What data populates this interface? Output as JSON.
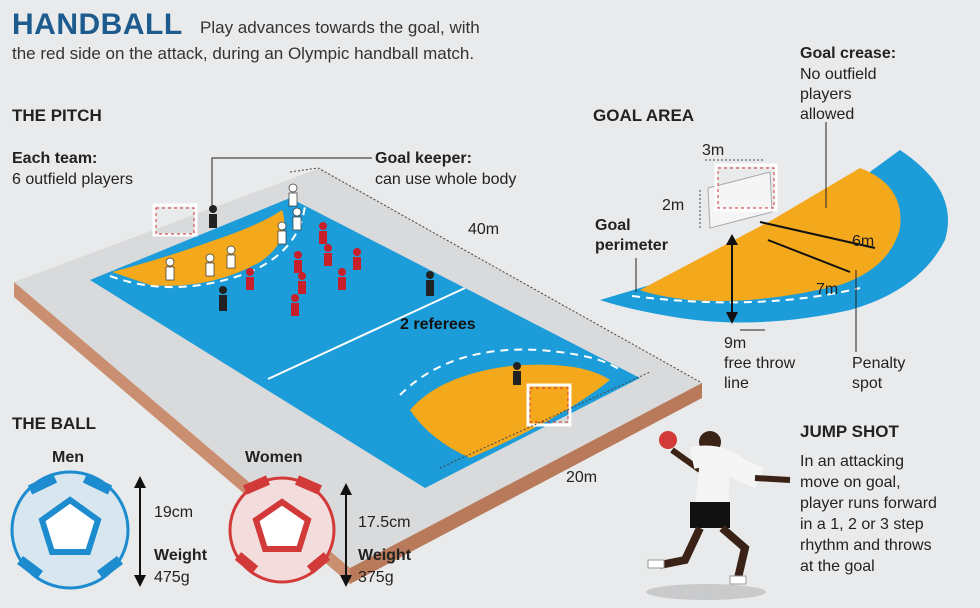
{
  "header": {
    "title": "HANDBALL",
    "subtitle_line1": "Play advances towards the goal, with",
    "subtitle_line2": "the red side on the attack, during an Olympic handball match."
  },
  "pitch": {
    "heading": "THE PITCH",
    "each_team_title": "Each team:",
    "each_team_text": "6 outfield players",
    "goal_keeper_title": "Goal keeper:",
    "goal_keeper_text": "can use whole body",
    "length": "40m",
    "width": "20m",
    "referees": "2 referees"
  },
  "goal_area": {
    "heading": "GOAL AREA",
    "crease_title": "Goal crease:",
    "crease_line1": "No outfield",
    "crease_line2": "players",
    "crease_line3": "allowed",
    "goal_width": "3m",
    "goal_height": "2m",
    "perimeter_line1": "Goal",
    "perimeter_line2": "perimeter",
    "six_m": "6m",
    "seven_m": "7m",
    "nine_m": "9m",
    "free_throw_line1": "free throw",
    "free_throw_line2": "line",
    "penalty_line1": "Penalty",
    "penalty_line2": "spot"
  },
  "ball": {
    "heading": "THE BALL",
    "men_label": "Men",
    "women_label": "Women",
    "men_size": "19cm",
    "women_size": "17.5cm",
    "weight_label": "Weight",
    "men_weight": "475g",
    "women_weight": "375g"
  },
  "jump_shot": {
    "heading": "JUMP SHOT",
    "line1": "In an attacking",
    "line2": "move on goal,",
    "line3": "player runs forward",
    "line4": "in a 1, 2 or 3 step",
    "line5": "rhythm and throws",
    "line6": "at the goal"
  },
  "colors": {
    "court_blue": "#1c9cd8",
    "goal_area_orange": "#f4a81c",
    "title_blue": "#1d5b8e",
    "attacking_team": "#c8202a",
    "defending_team": "#ffffff"
  }
}
